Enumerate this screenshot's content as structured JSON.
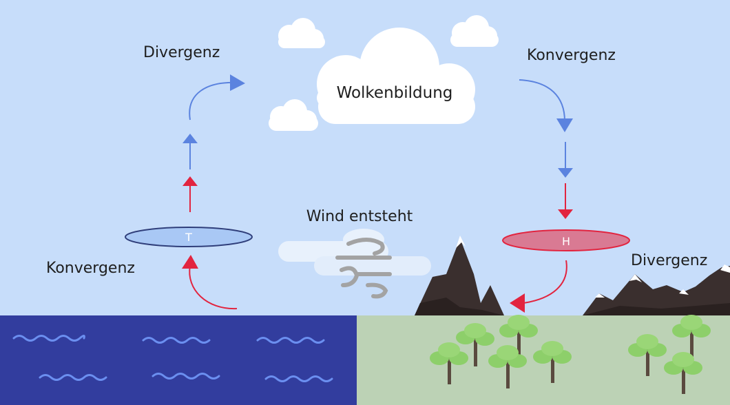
{
  "labels": {
    "top_left": "Divergenz",
    "top_right": "Konvergenz",
    "cloud": "Wolkenbildung",
    "wind": "Wind entsteht",
    "bottom_left": "Konvergenz",
    "bottom_right": "Divergenz",
    "low": "T",
    "high": "H"
  },
  "colors": {
    "sky": "#c7ddfa",
    "sea": "#323d9e",
    "land": "#bcd2b5",
    "wave": "#6b8ff0",
    "arrow_blue": "#5b83df",
    "arrow_red": "#e2243f",
    "low_fill": "#a9c8f5",
    "high_fill": "#d97a93",
    "mountain": "#3a2f2e",
    "tree_leaf": "#8dcf6a",
    "tree_trunk": "#5a4a3f"
  },
  "icons": [
    "wind-icon",
    "cloud-icon",
    "tree-icon",
    "mountain-icon",
    "wave-icon"
  ]
}
